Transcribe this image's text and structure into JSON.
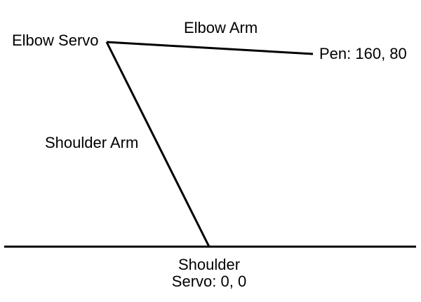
{
  "diagram": {
    "labels": {
      "elbow_servo": "Elbow Servo",
      "elbow_arm": "Elbow Arm",
      "pen": "Pen: 160, 80",
      "shoulder_arm": "Shoulder Arm",
      "shoulder_servo_line1": "Shoulder",
      "shoulder_servo_line2": "Servo: 0, 0"
    },
    "coordinates": {
      "pen_x": "160",
      "pen_y": "80",
      "shoulder_servo_x": "0",
      "shoulder_servo_y": "0"
    },
    "colors": {
      "background": "#ffffff",
      "line": "#000000",
      "text": "#000000"
    }
  }
}
